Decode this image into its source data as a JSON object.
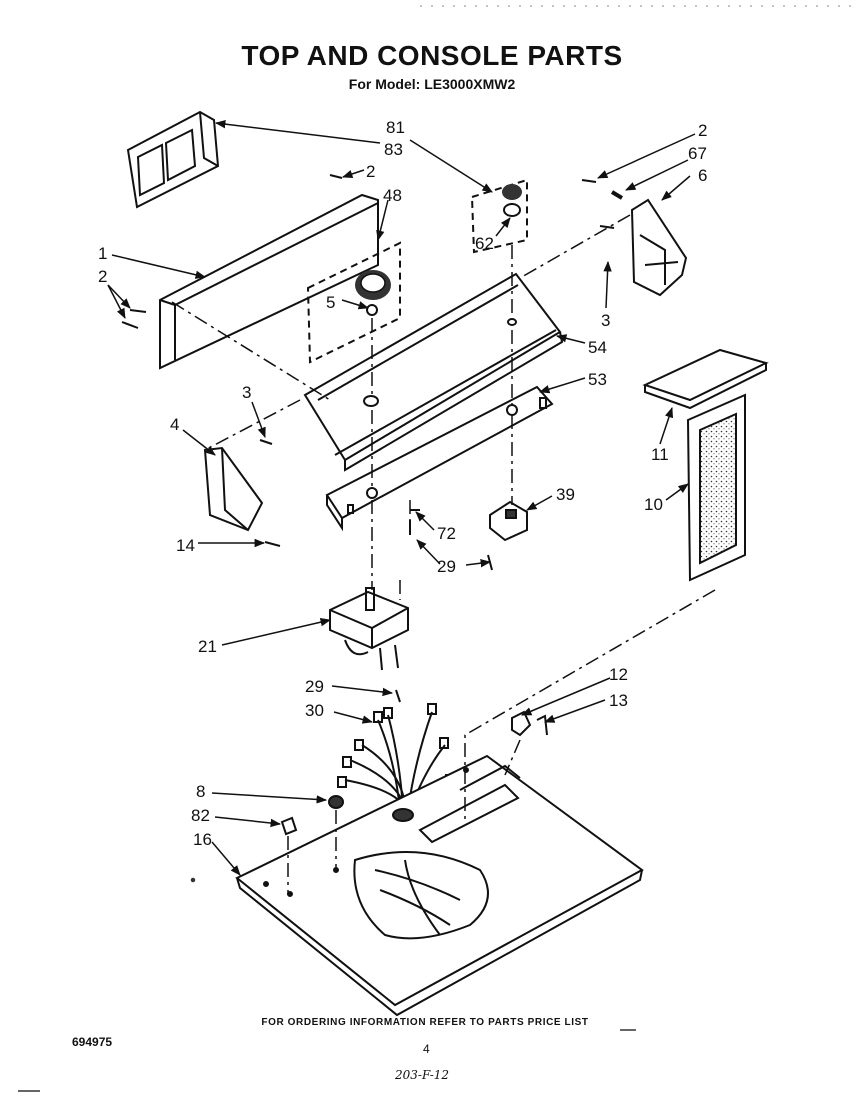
{
  "header": {
    "title": "TOP AND CONSOLE PARTS",
    "subtitle": "For Model: LE3000XMW2"
  },
  "callouts": [
    "81",
    "83",
    "2",
    "48",
    "2",
    "67",
    "6",
    "1",
    "2",
    "5",
    "62",
    "3",
    "54",
    "53",
    "3",
    "4",
    "11",
    "39",
    "10",
    "14",
    "72",
    "29",
    "21",
    "12",
    "29",
    "13",
    "30",
    "8",
    "82",
    "16"
  ],
  "footer": {
    "ordering_note": "FOR ORDERING INFORMATION REFER TO PARTS PRICE LIST",
    "doc_number": "694975",
    "page_number": "4",
    "ref_code": "203-F-12"
  }
}
